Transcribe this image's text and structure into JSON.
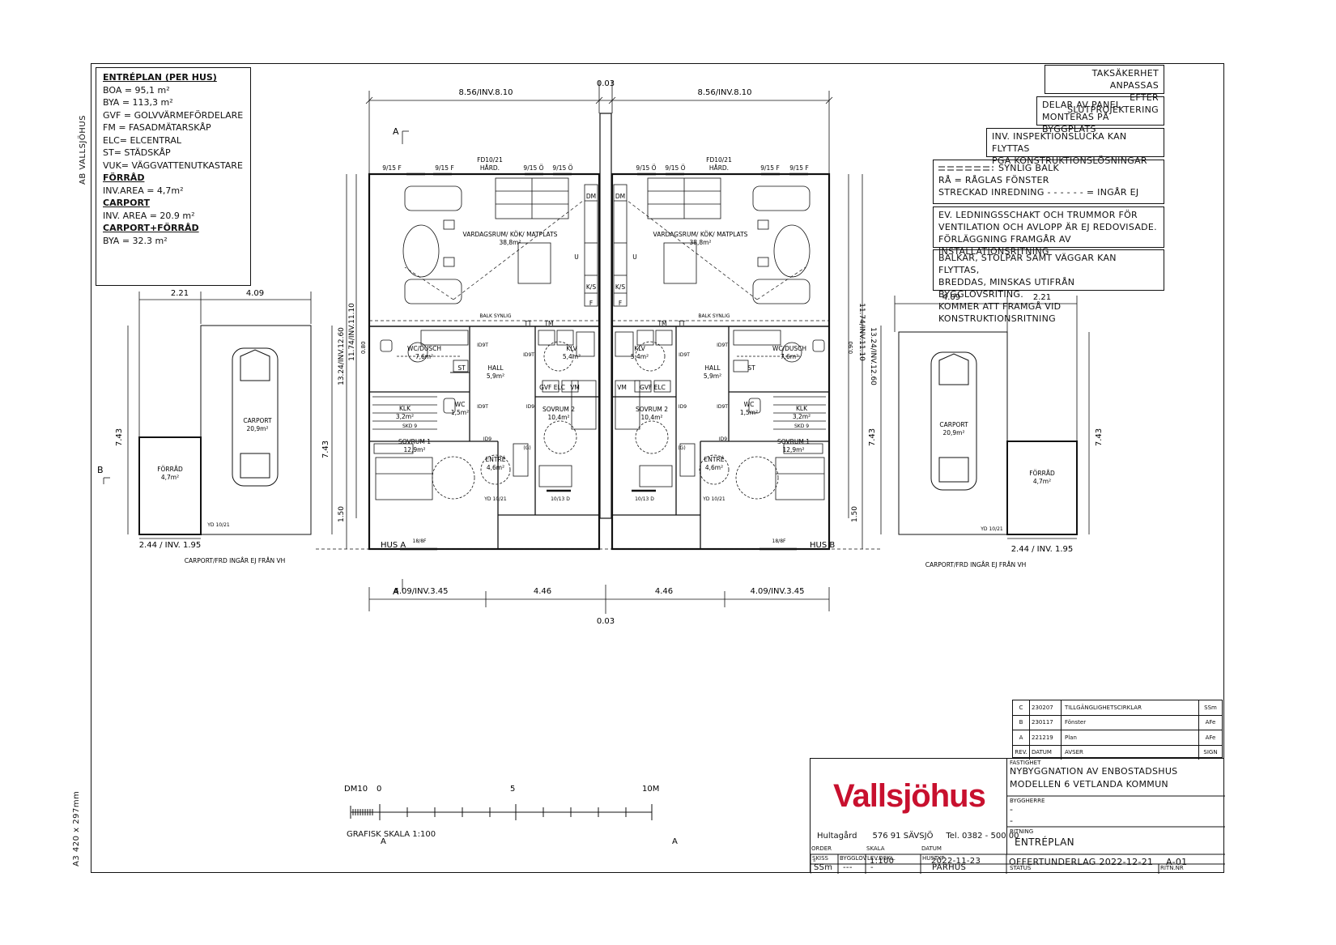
{
  "side_labels": {
    "company": "AB VALLSJÖHUS",
    "paper": "A3 420 x 297mm"
  },
  "info": {
    "title": "ENTRÉPLAN (PER HUS)",
    "lines": [
      "BOA = 95,1 m²",
      "BYA = 113,3 m²",
      "GVF = GOLVVÄRMEFÖRDELARE",
      "FM = FASADMÄTARSKÅP",
      "ELC= ELCENTRAL",
      "ST= STÄDSKÅP",
      "VUK= VÄGGVATTENUTKASTARE"
    ],
    "forrad_title": "FÖRRÅD",
    "forrad_line": "INV.AREA = 4,7m²",
    "carport_title": "CARPORT",
    "carport_line": "INV. AREA = 20.9 m²",
    "cf_title": "CARPORT+FÖRRÅD",
    "cf_line": "BYA = 32.3 m²"
  },
  "notes": [
    {
      "lines": [
        "TAKSÄKERHET ANPASSAS",
        "EFTER SLUTPROJEKTERING"
      ]
    },
    {
      "lines": [
        "DELAR AV PANEL",
        "MONTERAS PÅ BYGGPLATS"
      ]
    },
    {
      "lines": [
        "INV. INSPEKTIONSLUCKA KAN FLYTTAS",
        "PGA KONSTRUKTIONSLÖSNINGAR"
      ]
    },
    {
      "lines": [
        "SYNLIG BALK",
        "RÅ = RÅGLAS FÖNSTER",
        "STRECKAD INREDNING - - - - - - = INGÅR EJ"
      ]
    },
    {
      "lines": [
        "EV. LEDNINGSSCHAKT OCH TRUMMOR FÖR",
        "VENTILATION OCH AVLOPP ÄR EJ REDOVISADE.",
        "FÖRLÄGGNING FRAMGÅR AV INSTALLATIONSRITNING"
      ]
    },
    {
      "lines": [
        "BALKAR, STOLPAR SAMT VÄGGAR KAN FLYTTAS,",
        "BREDDAS, MINSKAS UTIFRÅN BYGGLOVSRITING.",
        "KOMMER ATT FRAMGÅ VID KONSTRUKTIONSRITNING"
      ]
    }
  ],
  "dims": {
    "top_left": "8.56/INV.8.10",
    "top_mid": "0.03",
    "top_right": "8.56/INV.8.10",
    "bot_l1": "4.09/INV.3.45",
    "bot_l2": "4.46",
    "bot_r1": "4.46",
    "bot_r2": "4.09/INV.3.45",
    "bot_mid": "0.03",
    "left_221": "2.21",
    "left_409": "4.09",
    "right_409": "4.09",
    "right_221": "2.21",
    "carport_h": "7.43",
    "vert_a": "13.24/INV.12.60",
    "vert_b": "11.74/INV.11.10",
    "vert_150": "1.50",
    "fr_w": "2.44 / INV. 1.95",
    "w_080": "0.80",
    "w_090": "0.90"
  },
  "rooms": {
    "living": "VARDAGSRUM/ KÖK/ MATPLATS",
    "living_area": "38,8m²",
    "wc": "WC/DUSCH",
    "wc_area": "7,6m²",
    "klv": "KLV",
    "klv_area": "5,4m²",
    "hall": "HALL",
    "hall_area": "5,9m²",
    "klk": "KLK",
    "klk_area": "3,2m²",
    "wc2": "WC",
    "wc2_area": "1,5m²",
    "sov1": "SOVRUM 1",
    "sov1_area": "12,9m²",
    "sov2": "SOVRUM 2",
    "sov2_area": "10,4m²",
    "entre": "ENTRÉ",
    "entre_area": "4,6m²",
    "carport": "CARPORT",
    "carport_area": "20,9m²",
    "forrad": "FÖRRÅD",
    "forrad_area": "4,7m²",
    "hus_a": "HUS A",
    "hus_b": "HUS B",
    "carport_note": "CARPORT/FRD INGÅR EJ FRÅN VH",
    "win_f": "9/15 F",
    "win_o": "9/15 Ö",
    "fd": "FD10/21",
    "hard": "HÅRD.",
    "balk": "BALK SYNLIG",
    "dm": "DM",
    "ks": "K/S",
    "st": "ST",
    "tt": "TT",
    "tm": "TM",
    "gvf": "GVF ELC",
    "vm": "VM",
    "id9t": "ID9T",
    "id9": "ID9",
    "skd": "SKD 9",
    "yd": "YD 10/21",
    "d1013": "10/13 D",
    "d18": "18/8F",
    "u": "U",
    "f": "F",
    "g": "(G)"
  },
  "revisions": [
    {
      "rev": "C",
      "date": "230207",
      "text": "TILLGÄNGLIGHETSCIRKLAR",
      "sign": "SSm"
    },
    {
      "rev": "B",
      "date": "230117",
      "text": "Fönster",
      "sign": "AFe"
    },
    {
      "rev": "A",
      "date": "221219",
      "text": "Plan",
      "sign": "AFe"
    },
    {
      "rev": "REV.",
      "date": "DATUM",
      "text": "AVSER",
      "sign": "SIGN"
    }
  ],
  "titleblock": {
    "logo": "Vallsjöhus",
    "addr1": "Hultagård",
    "addr2": "576 91 SÄVSJÖ",
    "tel": "Tel. 0382 - 500 00",
    "fastighet_lbl": "FASTIGHET",
    "fastighet_1": "NYBYGGNATION AV ENBOSTADSHUS",
    "fastighet_2": "MODELLEN 6 VETLANDA KOMMUN",
    "byggherre_lbl": "BYGGHERRE",
    "dash": "-",
    "ritning_lbl": "RITNING",
    "ritning": "ENTRÉPLAN",
    "skiss_lbl": "SKISS",
    "skiss": "SSm",
    "bygglov_lbl": "BYGGLOV",
    "bygglov": "---",
    "levdekl_lbl": "LEV.DEKL.",
    "levdekl": "-",
    "hustyp_lbl": "HUSTYP",
    "hustyp": "PARHUS",
    "order_lbl": "ORDER",
    "order": "-",
    "skala_lbl": "SKALA",
    "skala": "1:100",
    "datum_lbl": "DATUM",
    "datum": "2022-11-23",
    "status_lbl": "STATUS",
    "status": "OFFERTUNDERLAG 2022-12-21",
    "ritnr_lbl": "RITN.NR",
    "ritnr": "A-01"
  },
  "scale": {
    "dm": "DM10",
    "t0": "0",
    "t5": "5",
    "t10": "10M",
    "label": "GRAFISK SKALA 1:100"
  },
  "sections": {
    "a": "A",
    "b": "B"
  }
}
